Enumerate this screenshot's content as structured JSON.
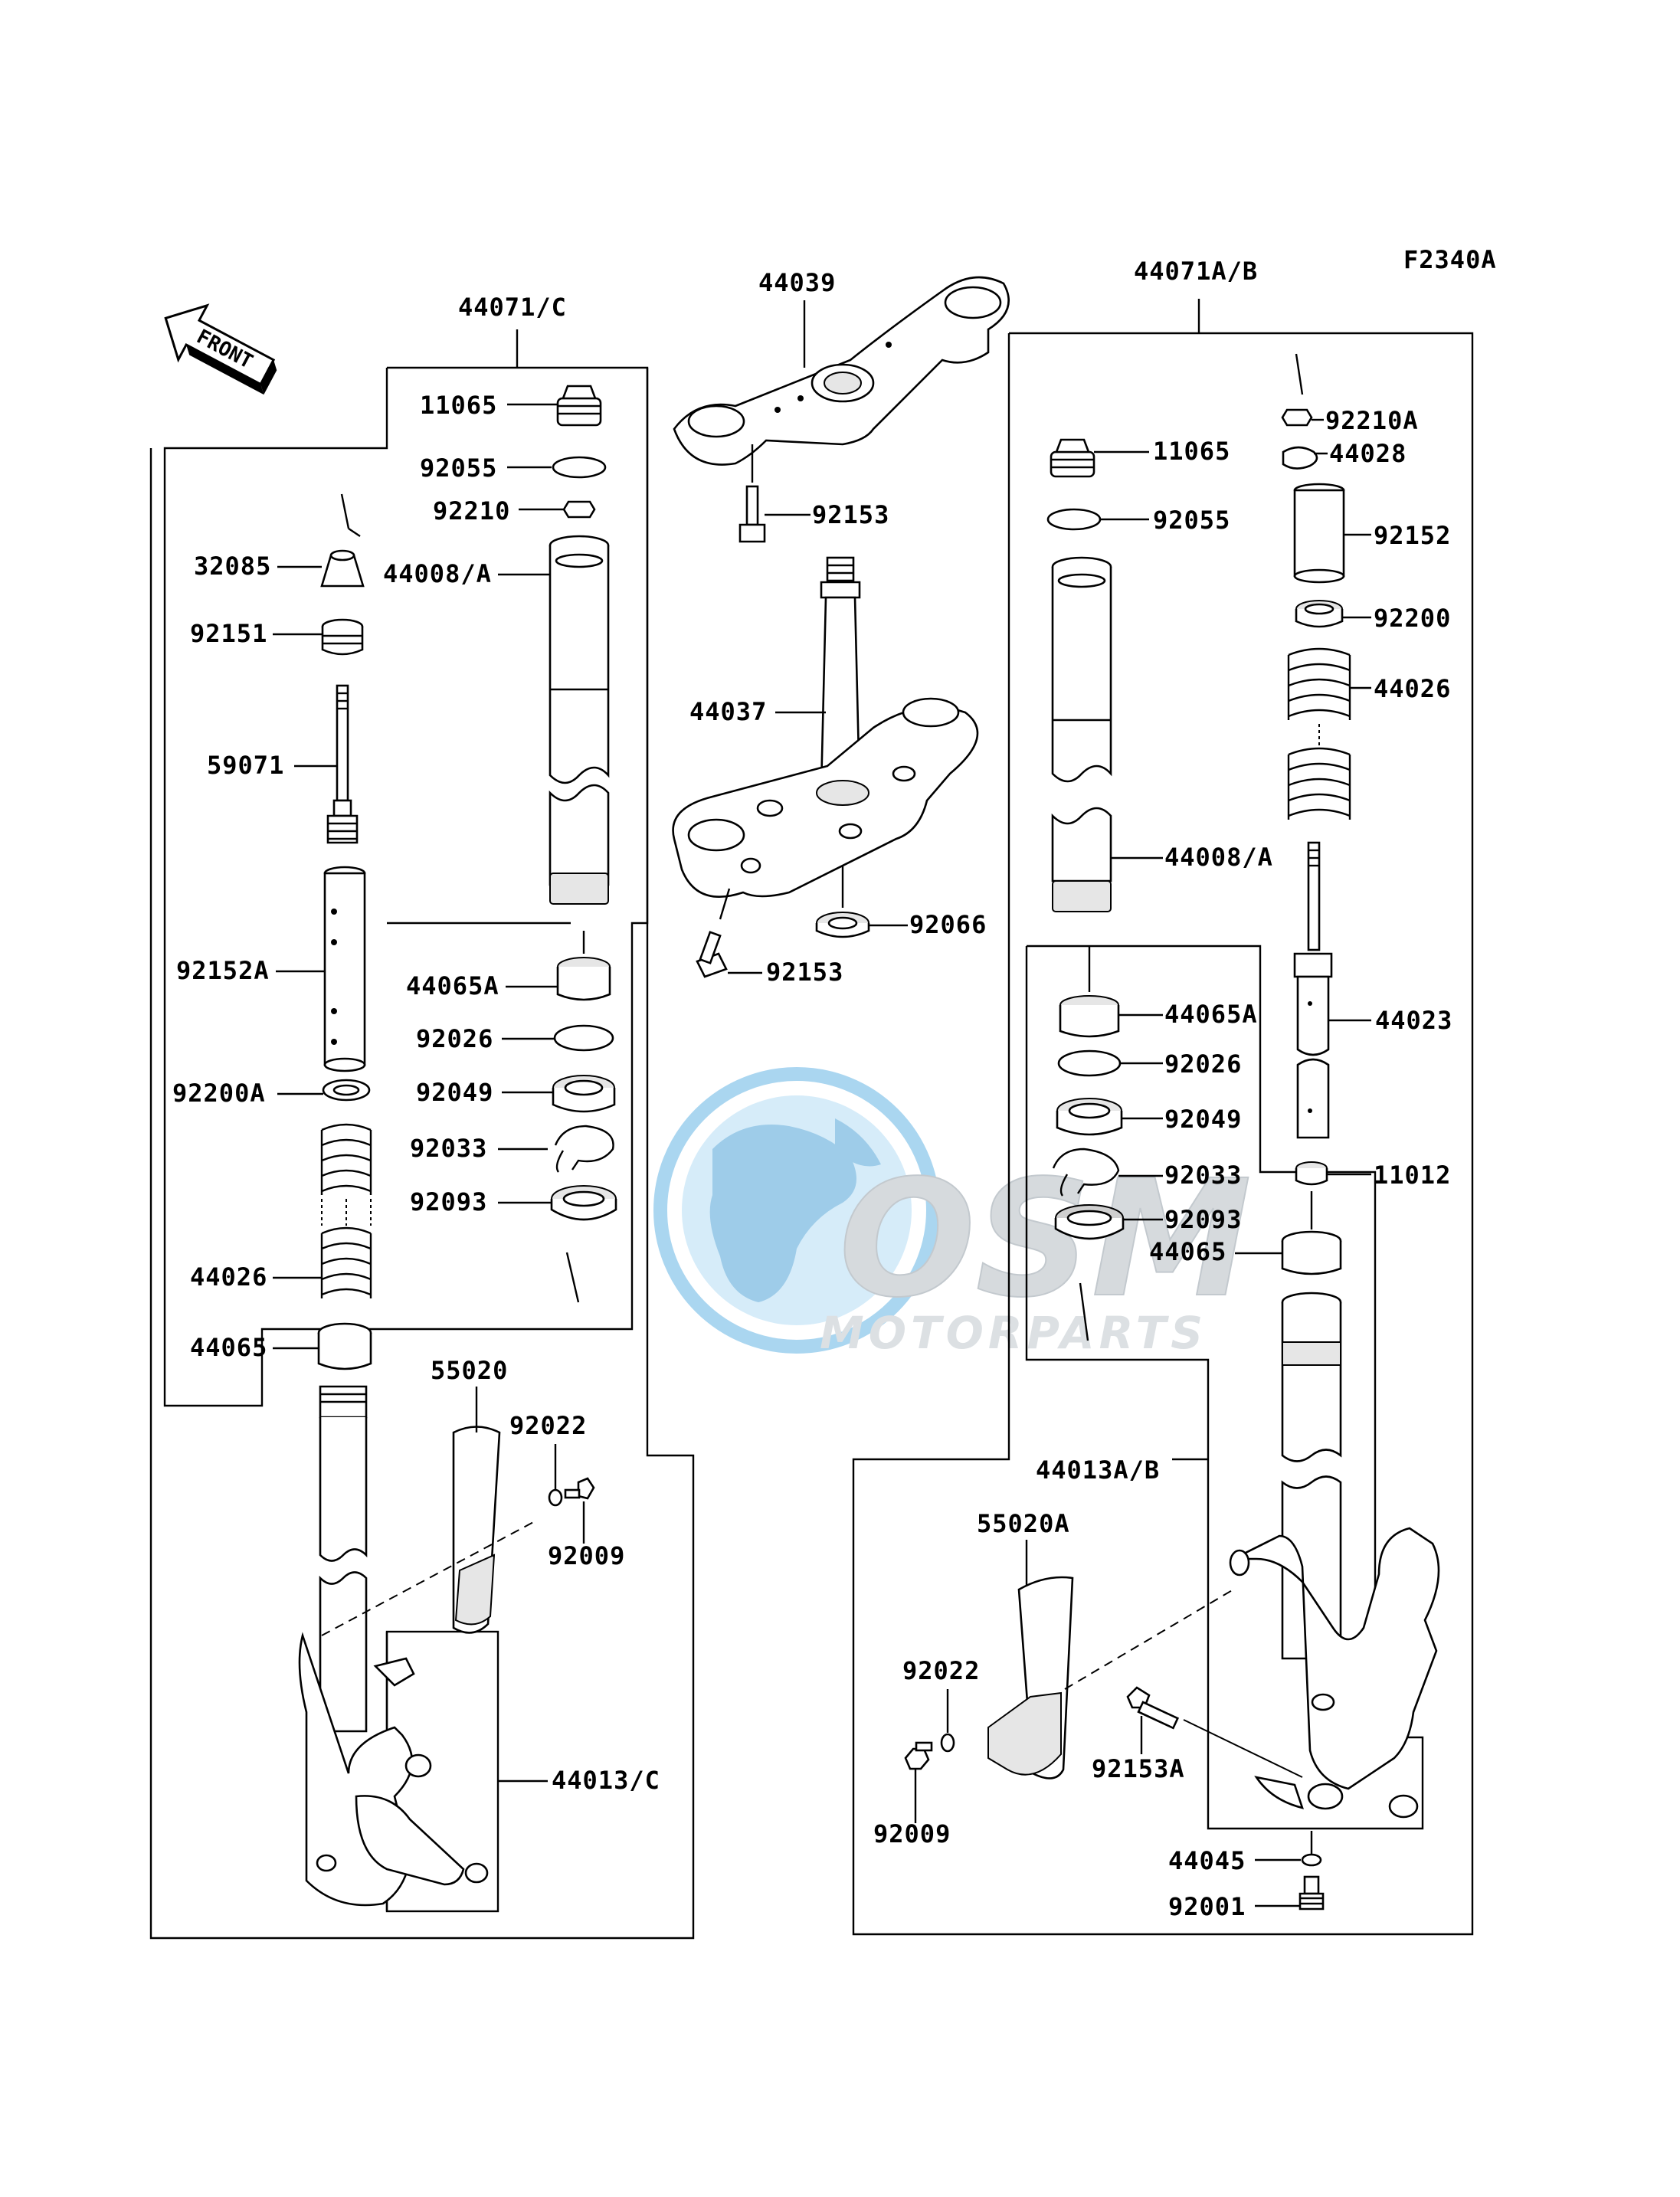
{
  "figure_code": "F2340A",
  "front_label": "FRONT",
  "watermark": {
    "brand": "OSM",
    "sub": "MOTORPARTS"
  },
  "left_assembly": {
    "title": "44071/C",
    "parts": {
      "p11065": "11065",
      "p92055": "92055",
      "p92210": "92210",
      "p32085": "32085",
      "p44008": "44008/A",
      "p92151": "92151",
      "p59071": "59071",
      "p92152a": "92152A",
      "p44065a": "44065A",
      "p92026": "92026",
      "p92049": "92049",
      "p92033": "92033",
      "p92093": "92093",
      "p92200a": "92200A",
      "p44026": "44026",
      "p44065": "44065",
      "p55020": "55020",
      "p92022": "92022",
      "p92009": "92009",
      "p44013": "44013/C"
    }
  },
  "center_assembly": {
    "parts": {
      "p44039": "44039",
      "p92153_top": "92153",
      "p44037": "44037",
      "p92066": "92066",
      "p92153_bot": "92153"
    }
  },
  "right_assembly": {
    "title": "44071A/B",
    "parts": {
      "p92210a": "92210A",
      "p44028": "44028",
      "p11065": "11065",
      "p92055": "92055",
      "p92152": "92152",
      "p92200": "92200",
      "p44026": "44026",
      "p44008": "44008/A",
      "p44023": "44023",
      "p44065a": "44065A",
      "p92026": "92026",
      "p92049": "92049",
      "p92033": "92033",
      "p11012": "11012",
      "p92093": "92093",
      "p44065": "44065",
      "p44013": "44013A/B",
      "p55020a": "55020A",
      "p92022": "92022",
      "p92153a": "92153A",
      "p92009": "92009",
      "p44045": "44045",
      "p92001": "92001"
    }
  },
  "colors": {
    "line": "#000000",
    "watermark_blue": "#9ccfee",
    "watermark_gray": "#cfd4d8"
  }
}
